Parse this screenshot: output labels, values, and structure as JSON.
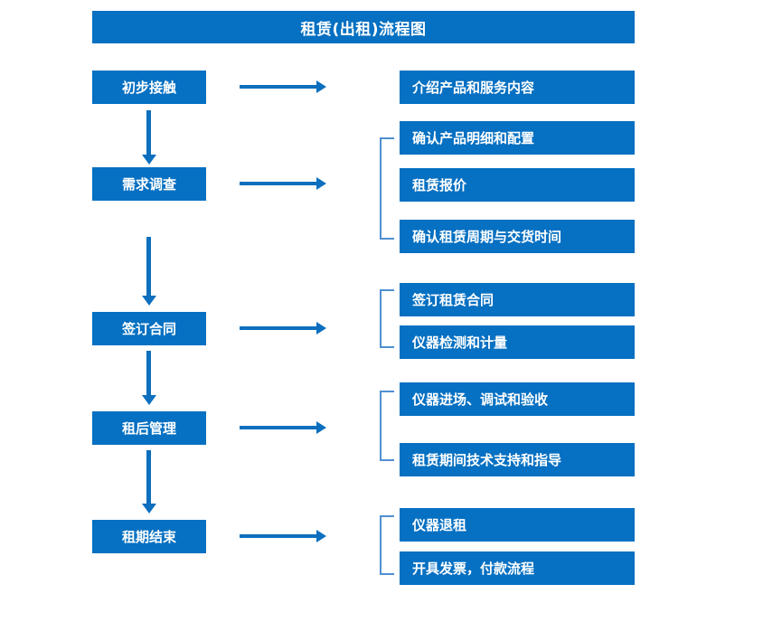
{
  "diagram": {
    "type": "flowchart",
    "title": "租赁(出租)流程图",
    "accent_color": "#0670C2",
    "arrow_color": "#0D6FBE",
    "bracket_color": "#4F8FD0",
    "text_color": "#FFFFFF",
    "background": "#FFFFFF",
    "stages": [
      {
        "id": "stage-1",
        "label": "初步接触",
        "details": [
          "介绍产品和服务内容"
        ],
        "has_bracket": false
      },
      {
        "id": "stage-2",
        "label": "需求调查",
        "details": [
          "确认产品明细和配置",
          "租赁报价",
          "确认租赁周期与交货时间"
        ],
        "has_bracket": true
      },
      {
        "id": "stage-3",
        "label": "签订合同",
        "details": [
          "签订租赁合同",
          "仪器检测和计量"
        ],
        "has_bracket": true
      },
      {
        "id": "stage-4",
        "label": "租后管理",
        "details": [
          "仪器进场、调试和验收",
          "租赁期间技术支持和指导"
        ],
        "has_bracket": true
      },
      {
        "id": "stage-5",
        "label": "租期结束",
        "details": [
          "仪器退租",
          "开具发票，付款流程"
        ],
        "has_bracket": true
      }
    ]
  }
}
